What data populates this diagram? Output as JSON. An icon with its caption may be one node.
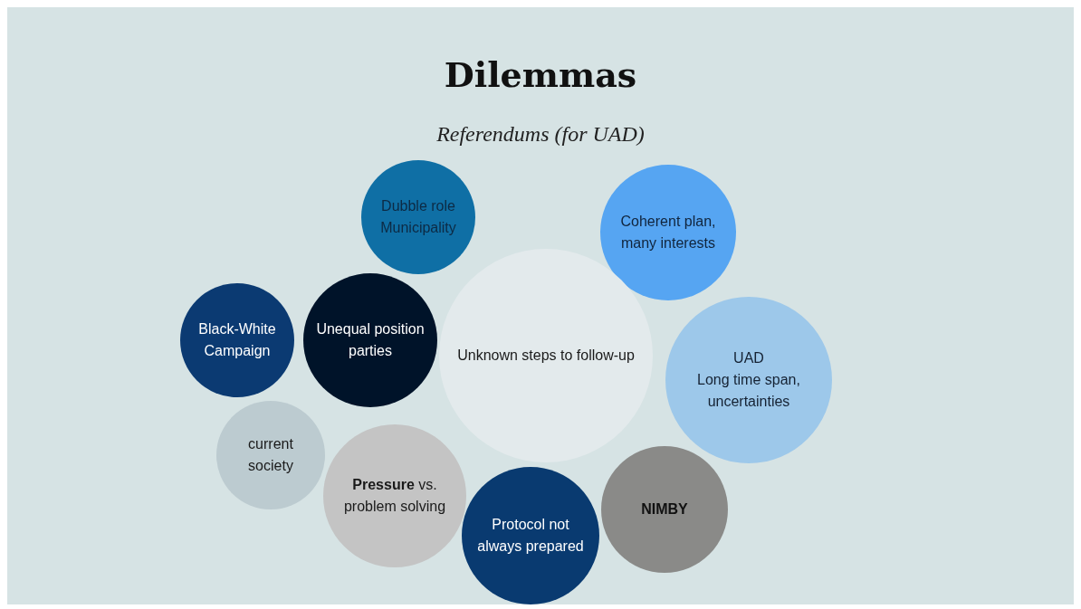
{
  "diagram": {
    "title": "Dilemmas",
    "nodes": [
      {
        "text": [
          "Dubble role Municipality"
        ]
      },
      {
        "text": [
          "Coherent plan, many interests"
        ]
      },
      {
        "text": [
          "Black-White Campaign"
        ]
      },
      {
        "text": [
          "Unequal position parties"
        ]
      },
      {
        "text": [
          "Unknown steps to follow-up"
        ]
      },
      {
        "text": [
          "UAD",
          "Long time span, uncertainties"
        ]
      },
      {
        "text": [
          "current society"
        ]
      },
      {
        "text": [
          "**Pressure** vs. problem solving"
        ]
      },
      {
        "text": [
          "NIMBY"
        ]
      },
      {
        "text": [
          "Protocol not always prepared"
        ]
      }
    ],
    "labels": [
      "Referendums (for UAD)"
    ]
  }
}
